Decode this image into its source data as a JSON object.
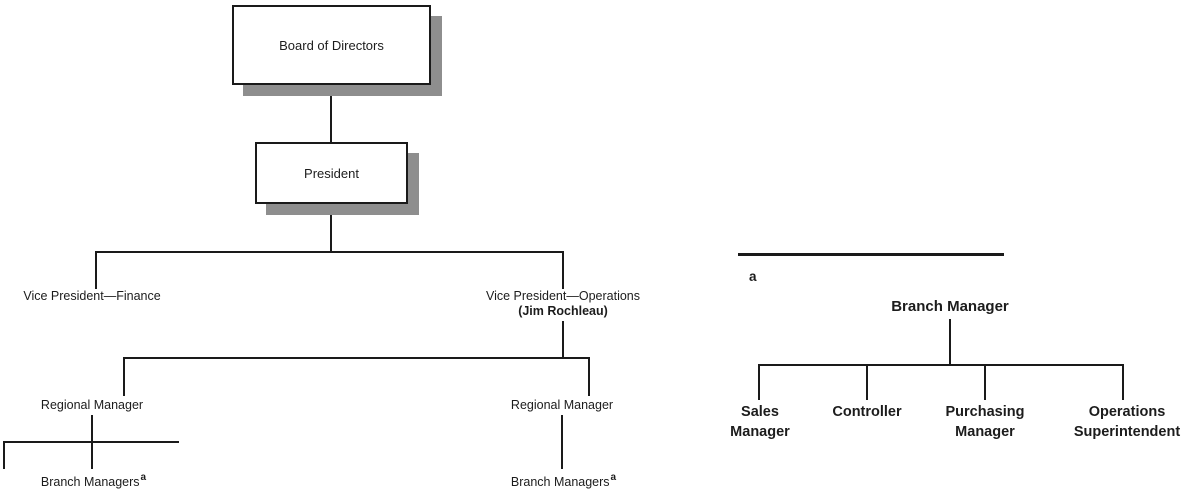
{
  "colors": {
    "background": "#ffffff",
    "line": "#1a1a1a",
    "box_shadow": "#8e8e8e",
    "text": "#1c1c1c"
  },
  "main_chart": {
    "board": "Board of Directors",
    "president": "President",
    "vp_finance": "Vice President—Finance",
    "vp_operations": "Vice President—Operations",
    "vp_operations_person": "(Jim Rochleau)",
    "regional_manager_left": "Regional Manager",
    "regional_manager_right": "Regional Manager",
    "branch_managers_left": "Branch Managers",
    "branch_managers_left_ref": "a",
    "branch_managers_right": "Branch Managers",
    "branch_managers_right_ref": "a"
  },
  "footnote_chart": {
    "marker": "a",
    "root": "Branch Manager",
    "children": [
      {
        "line1": "Sales",
        "line2": "Manager"
      },
      {
        "line1": "Controller",
        "line2": ""
      },
      {
        "line1": "Purchasing",
        "line2": "Manager"
      },
      {
        "line1": "Operations",
        "line2": "Superintendent"
      }
    ]
  }
}
